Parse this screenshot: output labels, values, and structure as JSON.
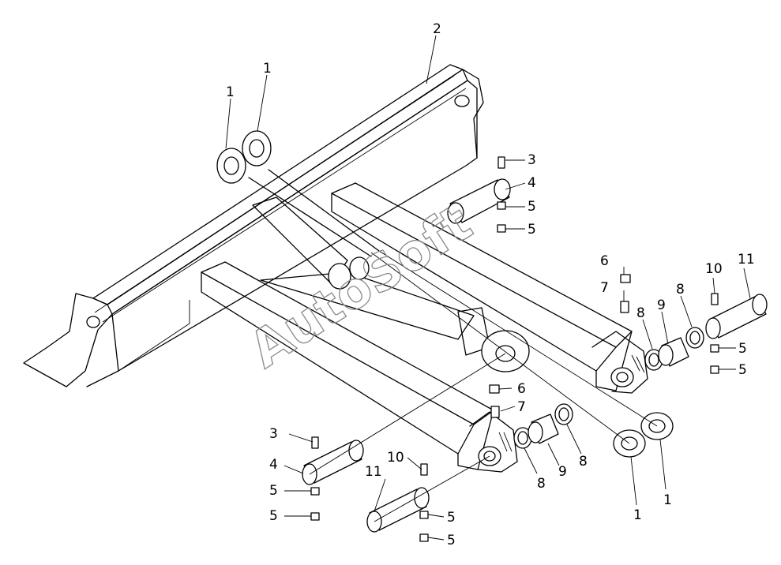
{
  "watermark": "AutoSoft",
  "callouts": [
    {
      "id": "c1a",
      "text": "1"
    },
    {
      "id": "c1b",
      "text": "1"
    },
    {
      "id": "c2",
      "text": "2"
    },
    {
      "id": "c3r",
      "text": "3"
    },
    {
      "id": "c4r",
      "text": "4"
    },
    {
      "id": "c5r1",
      "text": "5"
    },
    {
      "id": "c5r2",
      "text": "5"
    },
    {
      "id": "c6r",
      "text": "6"
    },
    {
      "id": "c7r",
      "text": "7"
    },
    {
      "id": "c8r1",
      "text": "8"
    },
    {
      "id": "c9r",
      "text": "9"
    },
    {
      "id": "c8r2",
      "text": "8"
    },
    {
      "id": "c10r",
      "text": "10"
    },
    {
      "id": "c11r",
      "text": "11"
    },
    {
      "id": "c5r3",
      "text": "5"
    },
    {
      "id": "c5r4",
      "text": "5"
    },
    {
      "id": "c6l",
      "text": "6"
    },
    {
      "id": "c7l",
      "text": "7"
    },
    {
      "id": "c3l",
      "text": "3"
    },
    {
      "id": "c4l",
      "text": "4"
    },
    {
      "id": "c5l1",
      "text": "5"
    },
    {
      "id": "c5l2",
      "text": "5"
    },
    {
      "id": "c10l",
      "text": "10"
    },
    {
      "id": "c11l",
      "text": "11"
    },
    {
      "id": "c5l3",
      "text": "5"
    },
    {
      "id": "c5l4",
      "text": "5"
    },
    {
      "id": "c8l1",
      "text": "8"
    },
    {
      "id": "c9l",
      "text": "9"
    },
    {
      "id": "c8l2",
      "text": "8"
    },
    {
      "id": "c1c",
      "text": "1"
    },
    {
      "id": "c1d",
      "text": "1"
    }
  ]
}
